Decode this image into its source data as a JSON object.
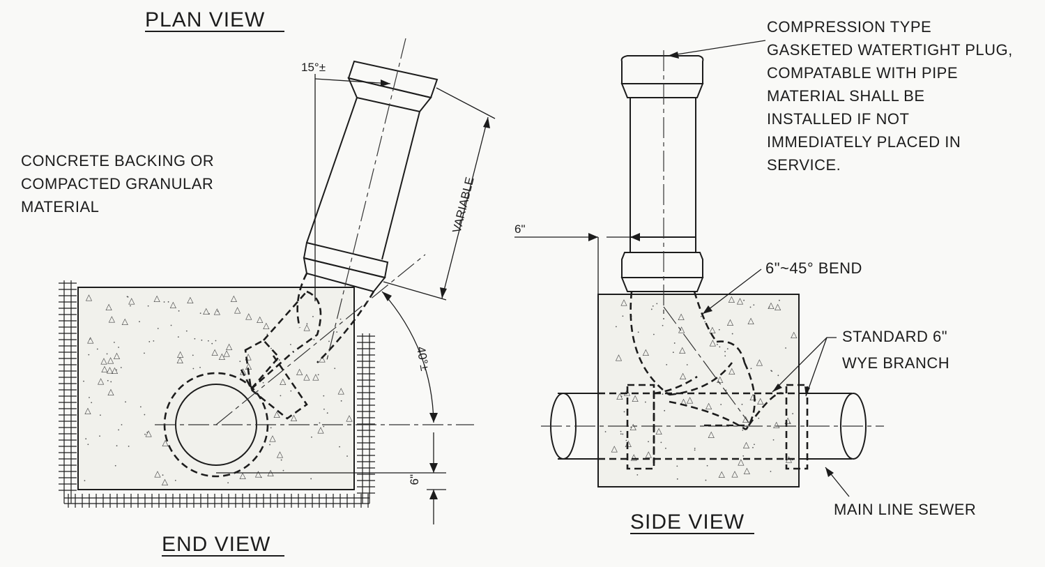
{
  "titles": {
    "plan_view": "PLAN VIEW",
    "end_view": "END VIEW",
    "side_view": "SIDE VIEW"
  },
  "notes": {
    "backing": [
      "CONCRETE BACKING OR",
      "COMPACTED GRANULAR",
      "MATERIAL"
    ],
    "plug": [
      "COMPRESSION TYPE",
      "GASKETED WATERTIGHT PLUG,",
      "COMPATABLE WITH PIPE",
      "MATERIAL SHALL BE",
      "INSTALLED IF NOT",
      "IMMEDIATELY PLACED IN",
      "SERVICE."
    ],
    "bend": "6\"~45° BEND",
    "wye": [
      "STANDARD 6\"",
      "WYE BRANCH"
    ],
    "main_line": "MAIN LINE SEWER"
  },
  "dimensions": {
    "angle_top": "15°±",
    "variable": "VARIABLE",
    "angle_side": "40°±",
    "bedding_end": "6\"",
    "offset_side": "6\""
  }
}
